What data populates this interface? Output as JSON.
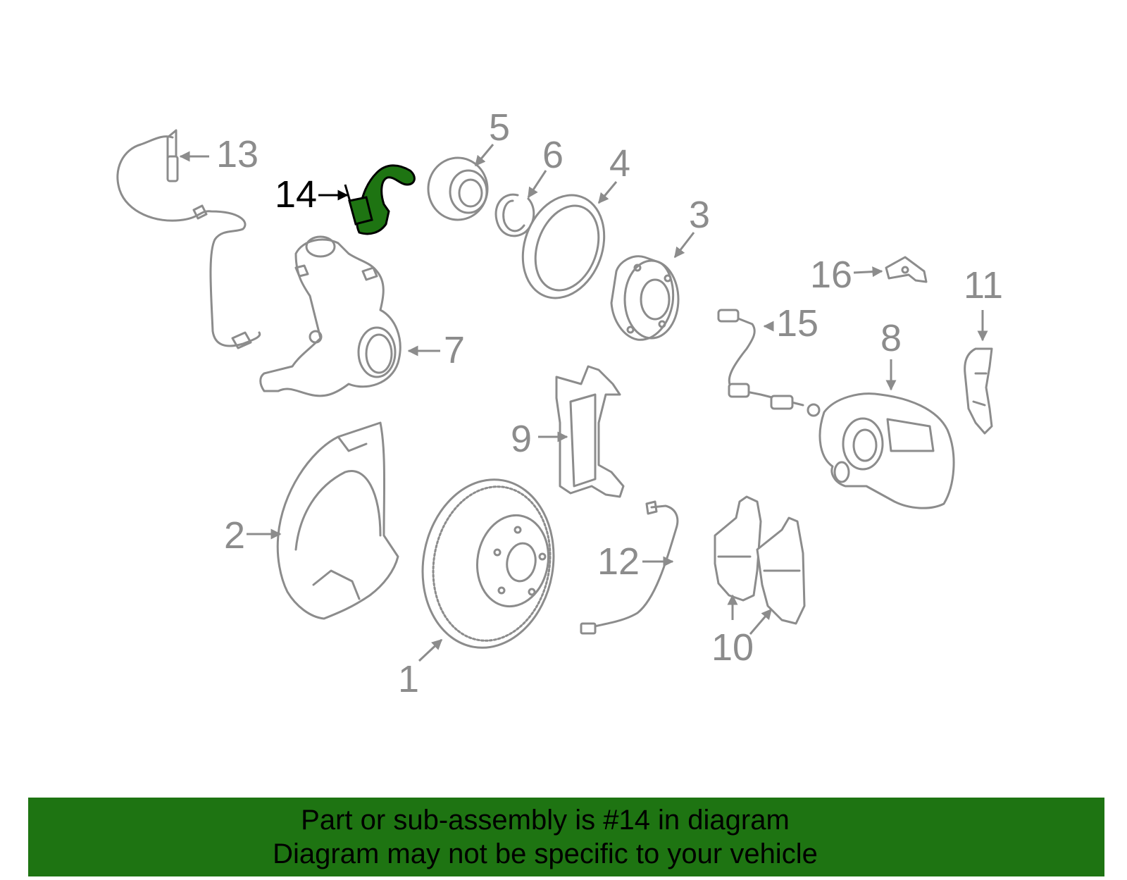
{
  "highlight_color": "#1e7412",
  "highlighted_part": "14",
  "callouts": [
    {
      "id": "1",
      "label": "1"
    },
    {
      "id": "2",
      "label": "2"
    },
    {
      "id": "3",
      "label": "3"
    },
    {
      "id": "4",
      "label": "4"
    },
    {
      "id": "5",
      "label": "5"
    },
    {
      "id": "6",
      "label": "6"
    },
    {
      "id": "7",
      "label": "7"
    },
    {
      "id": "8",
      "label": "8"
    },
    {
      "id": "9",
      "label": "9"
    },
    {
      "id": "10",
      "label": "10"
    },
    {
      "id": "11",
      "label": "11"
    },
    {
      "id": "12",
      "label": "12"
    },
    {
      "id": "13",
      "label": "13"
    },
    {
      "id": "14",
      "label": "14"
    },
    {
      "id": "15",
      "label": "15"
    },
    {
      "id": "16",
      "label": "16"
    }
  ],
  "banner": {
    "line1": "Part or sub-assembly is #14 in diagram",
    "line2": "Diagram may not be specific to your vehicle"
  }
}
